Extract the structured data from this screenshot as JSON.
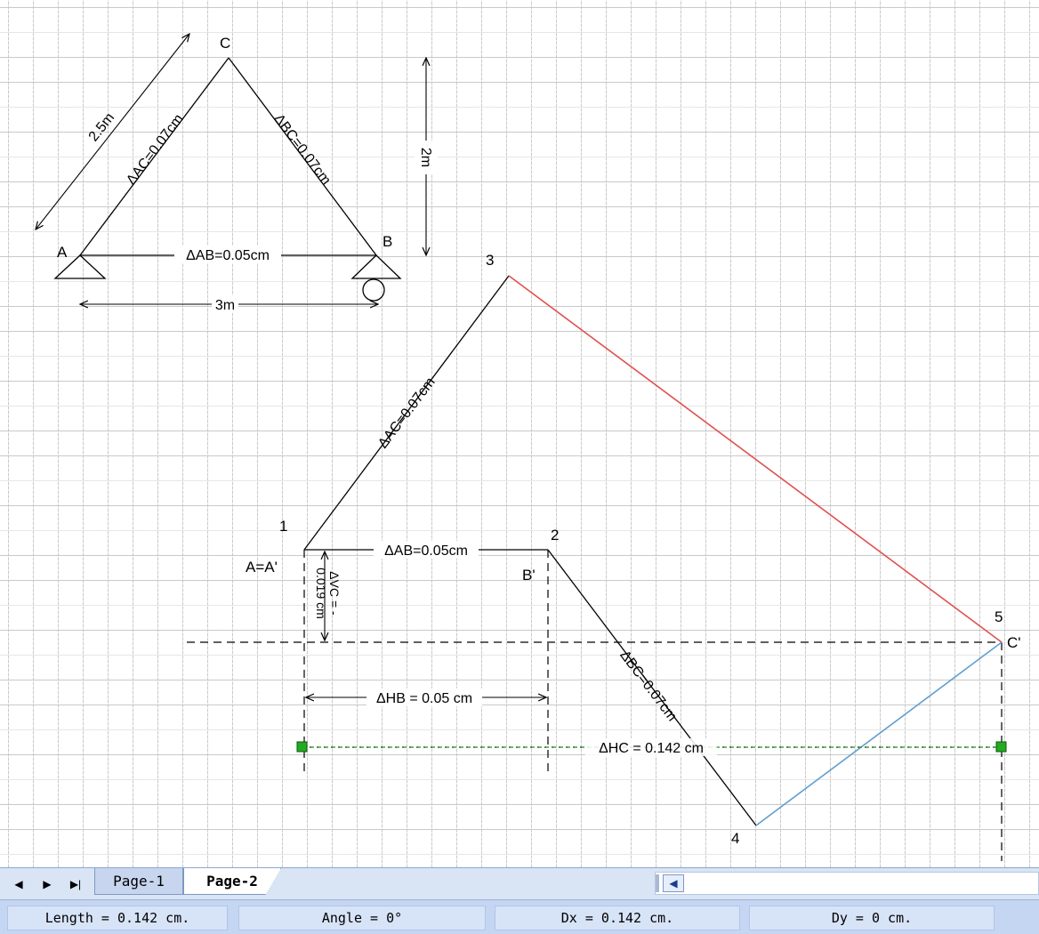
{
  "drawing": {
    "triangle": {
      "vertex_c": "C",
      "vertex_a": "A",
      "vertex_b": "B",
      "dim_ac": "2.5m",
      "dim_height": "2m",
      "dim_ab": "3m",
      "label_ac": "ΔAC=0.07cm",
      "label_bc": "ΔBC=0.07cm",
      "label_ab": "ΔAB=0.05cm"
    },
    "williot": {
      "point_1": "1",
      "point_2": "2",
      "point_3": "3",
      "point_4": "4",
      "point_5": "5",
      "label_a_prime": "A=A'",
      "label_b_prime": "B'",
      "label_c_prime": "C'",
      "label_ac": "ΔAC=0.07cm",
      "label_ab": "ΔAB=0.05cm",
      "label_bc": "ΔBC=0.07cm",
      "label_vc_1": "ΔVC = -",
      "label_vc_2": "0.019 cm",
      "label_hb": "ΔHB = 0.05 cm",
      "label_hc": "ΔHC = 0.142 cm"
    },
    "colors": {
      "line": "#000000",
      "red_line": "#e05050",
      "blue_line": "#5f9fd0",
      "green_line": "#1a8f1a",
      "handle": "#22aa22"
    }
  },
  "tabs": {
    "page1": "Page-1",
    "page2": "Page-2",
    "active": "Page-2"
  },
  "status": {
    "length": "Length = 0.142 cm.",
    "angle": "Angle = 0°",
    "dx": "Dx = 0.142 cm.",
    "dy": "Dy = 0 cm."
  }
}
